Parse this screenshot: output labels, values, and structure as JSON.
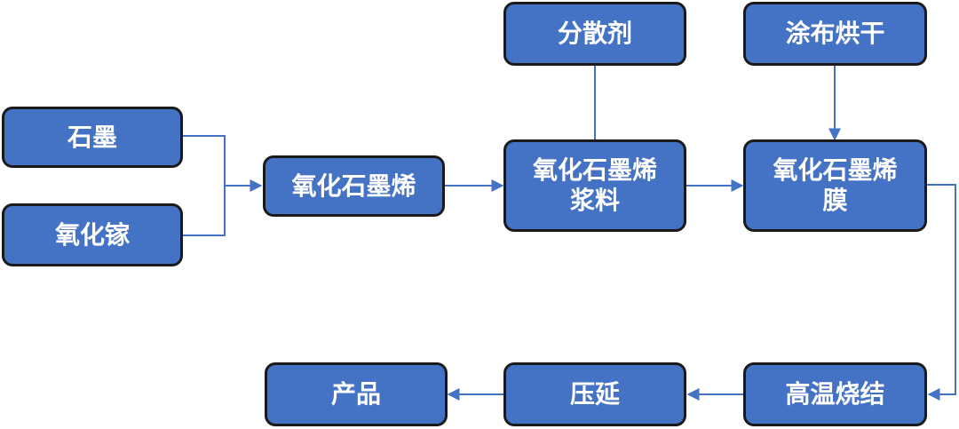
{
  "nodes": {
    "graphite": "石墨",
    "gallium_oxide": "氧化镓",
    "graphene_oxide": "氧化石墨烯",
    "dispersant": "分散剂",
    "slurry": "氧化石墨烯\n浆料",
    "coating_drying": "涂布烘干",
    "film": "氧化石墨烯\n膜",
    "sintering": "高温烧结",
    "rolling": "压延",
    "product": "产品"
  },
  "colors": {
    "box_fill": "#4472c4",
    "box_border": "#1a1a1a",
    "text": "#ffffff",
    "connector": "#4472c4"
  }
}
